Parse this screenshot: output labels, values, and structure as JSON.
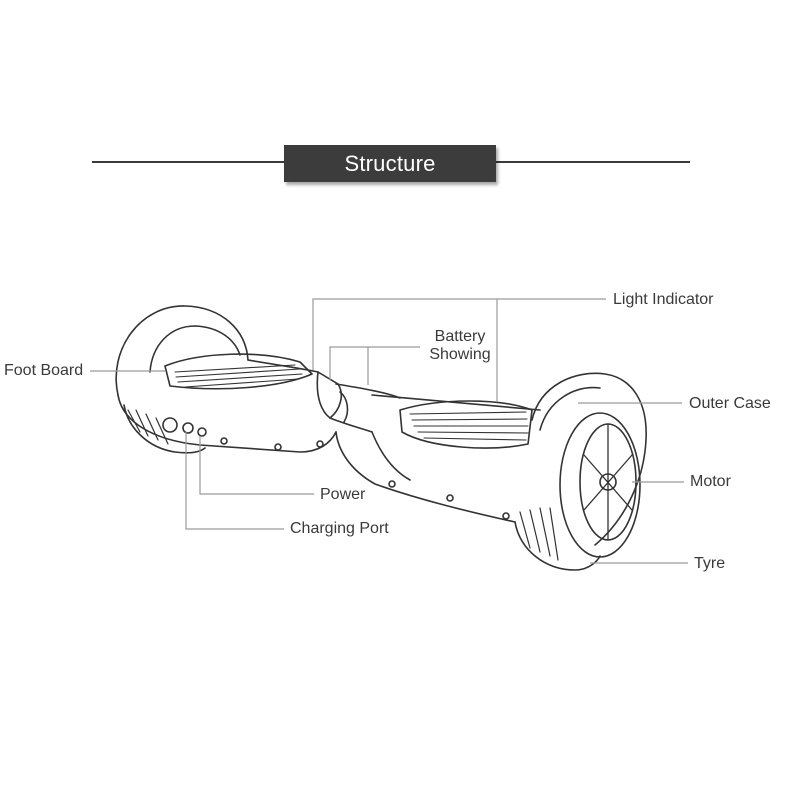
{
  "title": "Structure",
  "labels": {
    "foot_board": "Foot Board",
    "light_indicator": "Light Indicator",
    "battery_line1": "Battery",
    "battery_line2": "Showing",
    "outer_case": "Outer Case",
    "motor": "Motor",
    "power": "Power",
    "charging_port": "Charging Port",
    "tyre": "Tyre"
  },
  "colors": {
    "title_background": "#3c3c3c",
    "title_text": "#ffffff",
    "line_art": "#333333",
    "leader_lines": "#9a9a9a"
  }
}
